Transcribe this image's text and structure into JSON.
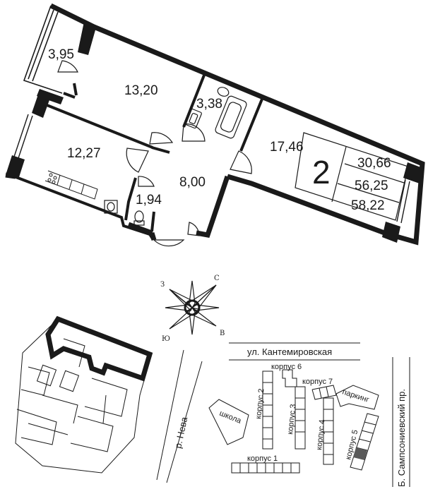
{
  "rooms": {
    "balcony": "3,95",
    "bedroom": "13,20",
    "bathroom": "3,38",
    "living": "17,46",
    "kitchen": "12,27",
    "hall": "8,00",
    "wc": "1,94"
  },
  "summary": {
    "room_count": "2",
    "living_area": "30,66",
    "total_area": "56,25",
    "total_with_balcony": "58,22"
  },
  "compass": {
    "north": "С",
    "west": "З",
    "south": "Ю",
    "east": "В"
  },
  "site_plan": {
    "street_top": "ул. Кантемировская",
    "street_right": "Б. Сампсониевский пр.",
    "river": "р. Нева",
    "school": "школа",
    "parking": "паркинг",
    "building_1": "корпус 1",
    "building_2": "корпус 2",
    "building_3": "корпус 3",
    "building_4": "корпус 4",
    "building_5": "корпус 5",
    "building_6": "корпус 6",
    "building_7": "корпус 7"
  },
  "colors": {
    "wall": "#1a1a1a",
    "highlight": "#5a5a5a"
  }
}
